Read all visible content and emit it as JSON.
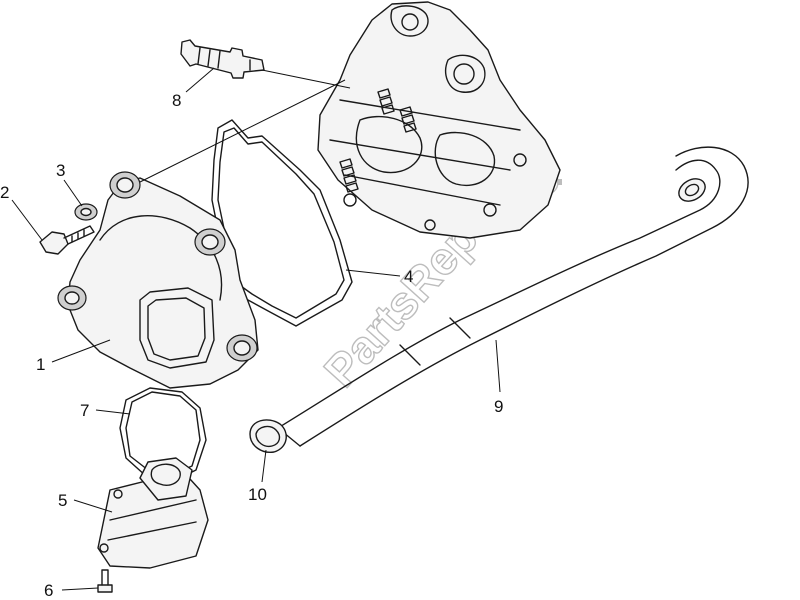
{
  "watermark": {
    "text": "PartsRepublik",
    "color": "#bdbdbd"
  },
  "callouts": [
    {
      "id": "1",
      "label": "1"
    },
    {
      "id": "2",
      "label": "2"
    },
    {
      "id": "3",
      "label": "3"
    },
    {
      "id": "4",
      "label": "4"
    },
    {
      "id": "5",
      "label": "5"
    },
    {
      "id": "6",
      "label": "6"
    },
    {
      "id": "7",
      "label": "7"
    },
    {
      "id": "8",
      "label": "8"
    },
    {
      "id": "9",
      "label": "9"
    },
    {
      "id": "10",
      "label": "10"
    }
  ]
}
